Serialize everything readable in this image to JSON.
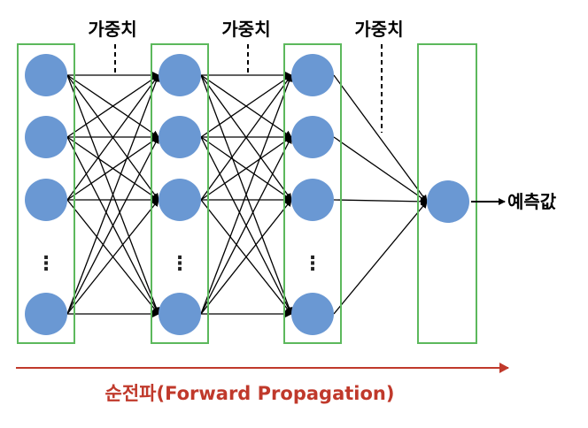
{
  "labels": {
    "weight_1": "가중치",
    "weight_2": "가중치",
    "weight_3": "가중치",
    "output": "예측값",
    "propagation": "순전파(Forward Propagation)",
    "ellipsis": "⋮"
  },
  "network": {
    "hidden_layers": 3,
    "nodes_per_hidden_layer": 5,
    "output_nodes": 1
  },
  "colors": {
    "node": "#6a98d3",
    "layer_box": "#5cb85c",
    "edge": "#000000",
    "arrow": "#c0392b",
    "propagation_text": "#c0392b"
  }
}
